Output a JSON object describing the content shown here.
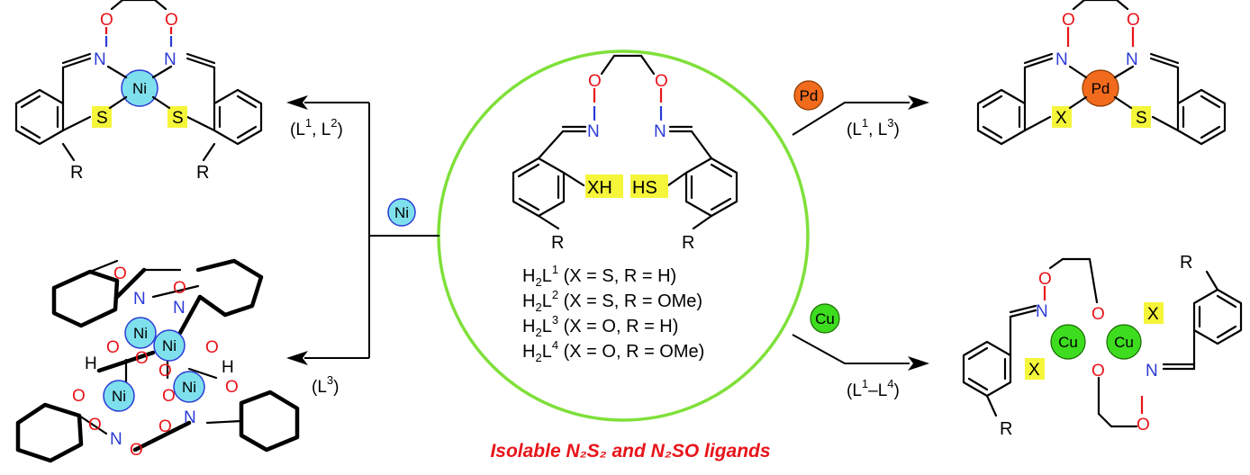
{
  "caption": "Isolable N₂S₂ and N₂SO ligands",
  "center": {
    "ligands": [
      {
        "main": "H",
        "sub": "2",
        "mid": "L",
        "sup": "1",
        "rest": " (X = S, R = H)"
      },
      {
        "main": "H",
        "sub": "2",
        "mid": "L",
        "sup": "2",
        "rest": " (X = S, R = OMe)"
      },
      {
        "main": "H",
        "sub": "2",
        "mid": "L",
        "sup": "3",
        "rest": " (X = O, R = H)"
      },
      {
        "main": "H",
        "sub": "2",
        "mid": "L",
        "sup": "4",
        "rest": " (X = O, R = OMe)"
      }
    ],
    "xh": "XH",
    "hs": "HS",
    "r": "R"
  },
  "atoms": {
    "o": "O",
    "n": "N",
    "s": "S",
    "x": "X",
    "h": "H",
    "r": "R"
  },
  "metals": {
    "ni": "Ni",
    "pd": "Pd",
    "cu": "Cu"
  },
  "conditions": {
    "l1l2": {
      "a": "(L",
      "s1": "1",
      "b": ", L",
      "s2": "2",
      "c": ")"
    },
    "l3": {
      "a": "(L",
      "s1": "3",
      "c": ")"
    },
    "l1l3": {
      "a": "(L",
      "s1": "1",
      "b": ", L",
      "s2": "3",
      "c": ")"
    },
    "l1l4": {
      "a": "(L",
      "s1": "1",
      "b": "–L",
      "s2": "4",
      "c": ")"
    }
  },
  "colors": {
    "oxygen": "#e8141a",
    "nitrogen": "#2b3bd6",
    "highlight": "#f5f53a",
    "nickel": "#7ee0ec",
    "palladium": "#f26b1d",
    "copper": "#3ddc1f",
    "circle": "#7fe03a",
    "caption": "#e8141a"
  }
}
